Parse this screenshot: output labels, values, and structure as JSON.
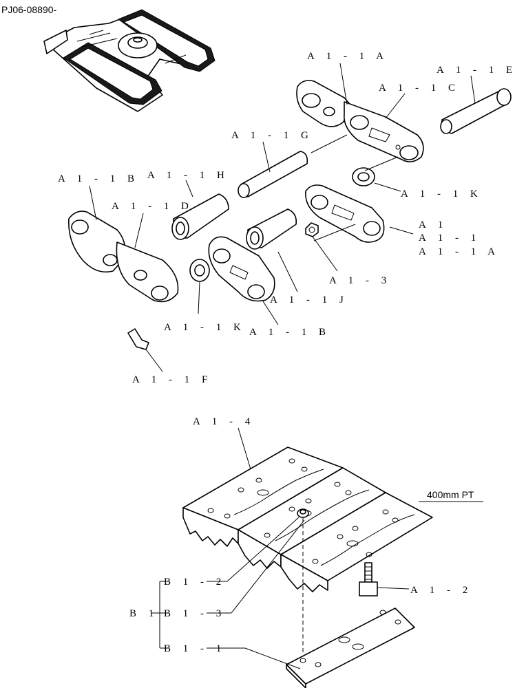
{
  "header": {
    "code": "PJ06-08890-"
  },
  "shoe_caption": "400mm PT",
  "labels": {
    "a1_1a_top": "A 1 - 1 A",
    "a1_1c": "A 1 - 1 C",
    "a1_1e": "A 1 - 1 E",
    "a1_1g": "A 1 - 1 G",
    "a1_1b_left": "A 1 - 1 B",
    "a1_1h": "A 1 - 1 H",
    "a1_1k_right": "A 1 - 1 K",
    "a1_1d": "A 1 - 1 D",
    "a1": "A 1",
    "a1_1": "A 1 - 1",
    "a1_1a_right": "A 1 - 1 A",
    "a1_3": "A 1 - 3",
    "a1_1j": "A 1 - 1 J",
    "a1_1k_left": "A 1 - 1 K",
    "a1_1b_mid": "A 1 - 1 B",
    "a1_1f": "A 1 - 1 F",
    "a1_4": "A 1 - 4",
    "b1_2": "B 1 - 2",
    "b1": "B 1",
    "b1_3": "B 1 - 3",
    "a1_2": "A 1 - 2",
    "b1_1": "B 1 - 1"
  }
}
